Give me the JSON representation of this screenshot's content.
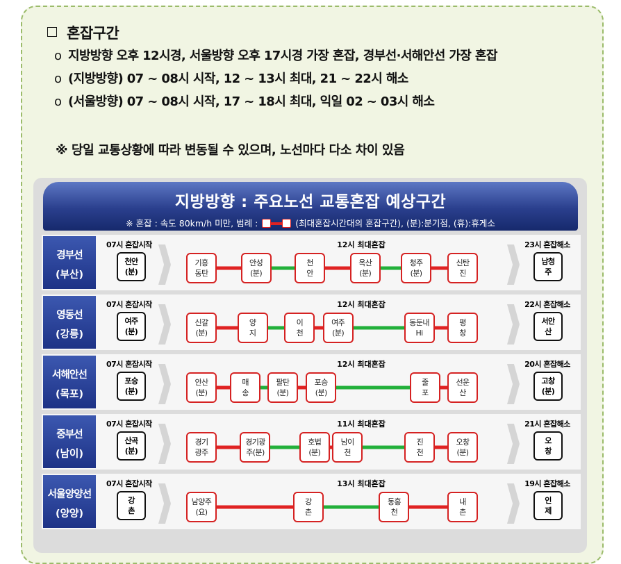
{
  "notes": {
    "title": "혼잡구간",
    "bullets": [
      "지방방향 오후 12시경, 서울방향 오후 17시경 가장 혼잡, 경부선·서해안선 가장 혼잡",
      "(지방방향) 07 ~ 08시 시작, 12 ~ 13시 최대, 21 ~ 22시 해소",
      "(서울방향) 07 ~ 08시 시작, 17 ~ 18시 최대, 익일 02 ~ 03시 해소"
    ],
    "caution": "※ 당일 교통상황에 따라 변동될 수 있으며, 노선마다 다소 차이 있음"
  },
  "banner": {
    "title": "지방방향 : 주요노선 교통혼잡 예상구간",
    "legend_prefix": "※ 혼잡 : 속도 80km/h 미만, 범례 :",
    "legend_suffix": "(최대혼잡시간대의 혼잡구간), (분):분기점, (휴):휴게소"
  },
  "colors": {
    "congested": "#e02222",
    "free": "#22b03a",
    "route_bg": "#2a4196"
  },
  "routes": [
    {
      "name": "경부선",
      "dest": "(부산)",
      "start_label": "07시 혼잡시작",
      "peak_label": "12시 최대혼잡",
      "end_label": "23시 혼잡해소",
      "start": "천안\n(분)",
      "end": "남청\n주",
      "nodes": [
        {
          "label": "기흥\n동탄",
          "pos": 0
        },
        {
          "label": "안성\n(분)",
          "pos": 0.209
        },
        {
          "label": "천\n안",
          "pos": 0.415
        },
        {
          "label": "옥산\n(분)",
          "pos": 0.627
        },
        {
          "label": "청주\n(분)",
          "pos": 0.822
        },
        {
          "label": "신탄\n진",
          "pos": 1
        }
      ],
      "segments": [
        "congested",
        "free",
        "congested",
        "free",
        "congested"
      ]
    },
    {
      "name": "영동선",
      "dest": "(강릉)",
      "start_label": "07시 혼잡시작",
      "peak_label": "12시 최대혼잡",
      "end_label": "22시 혼잡해소",
      "start": "여주\n(분)",
      "end": "서안\n산",
      "nodes": [
        {
          "label": "신갈\n(분)",
          "pos": 0
        },
        {
          "label": "양\n지",
          "pos": 0.196
        },
        {
          "label": "이\n천",
          "pos": 0.376
        },
        {
          "label": "여주\n(분)",
          "pos": 0.523
        },
        {
          "label": "동둔내\nHi",
          "pos": 0.834
        },
        {
          "label": "평\n창",
          "pos": 1
        }
      ],
      "segments": [
        "congested",
        "free",
        "congested",
        "free",
        "congested"
      ]
    },
    {
      "name": "서해안선",
      "dest": "(목포)",
      "start_label": "07시 혼잡시작",
      "peak_label": "12시 최대혼잡",
      "end_label": "20시 혼잡해소",
      "start": "포승\n(분)",
      "end": "고창\n(분)",
      "nodes": [
        {
          "label": "안산\n(분)",
          "pos": 0
        },
        {
          "label": "매\n송",
          "pos": 0.168
        },
        {
          "label": "팔탄\n(분)",
          "pos": 0.311
        },
        {
          "label": "포승\n(분)",
          "pos": 0.458
        },
        {
          "label": "줄\n포",
          "pos": 0.856
        },
        {
          "label": "선운\n산",
          "pos": 1
        }
      ],
      "segments": [
        "congested",
        "free",
        "congested",
        "free",
        "congested"
      ]
    },
    {
      "name": "중부선",
      "dest": "(남이)",
      "start_label": "07시 혼잡시작",
      "peak_label": "11시 최대혼잡",
      "end_label": "21시 혼잡해소",
      "start": "산곡\n(분)",
      "end": "오\n창",
      "nodes": [
        {
          "label": "경기\n광주",
          "pos": 0
        },
        {
          "label": "경기광\n주(분)",
          "pos": 0.206
        },
        {
          "label": "호법\n(분)",
          "pos": 0.433
        },
        {
          "label": "남이\n천",
          "pos": 0.559
        },
        {
          "label": "진\n천",
          "pos": 0.836
        },
        {
          "label": "오창\n(분)",
          "pos": 1
        }
      ],
      "segments": [
        "congested",
        "free",
        "congested",
        "free",
        "congested"
      ]
    },
    {
      "name": "서울양양선",
      "dest": "(양양)",
      "start_label": "07시 혼잡시작",
      "peak_label": "13시 최대혼잡",
      "end_label": "19시 혼잡해소",
      "start": "강\n촌",
      "end": "인\n제",
      "nodes": [
        {
          "label": "남양주\n(요)",
          "pos": 0
        },
        {
          "label": "강\n촌",
          "pos": 0.409
        },
        {
          "label": "동홍\n천",
          "pos": 0.738
        },
        {
          "label": "내\n촌",
          "pos": 1
        }
      ],
      "segments": [
        "congested",
        "free",
        "congested"
      ]
    }
  ]
}
